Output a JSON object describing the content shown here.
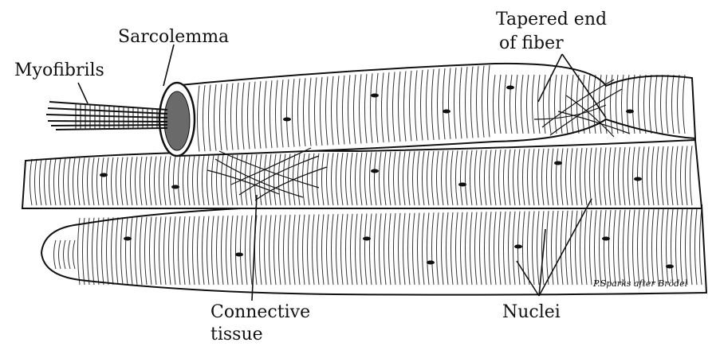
{
  "labels": {
    "sarcolemma": "Sarcolemma",
    "myofibrils": "Myofibrils",
    "tapered_line1": "Tapered end",
    "tapered_line2": "of fiber",
    "connective_line1": "Connective",
    "connective_line2": "tissue",
    "nuclei": "Nuclei"
  },
  "signature": "P.Sparks after Brödel",
  "colors": {
    "ink": "#111111",
    "fiber_fill": "#ffffff",
    "paper": "#ffffff",
    "cut_end": "#6a6a6a"
  }
}
